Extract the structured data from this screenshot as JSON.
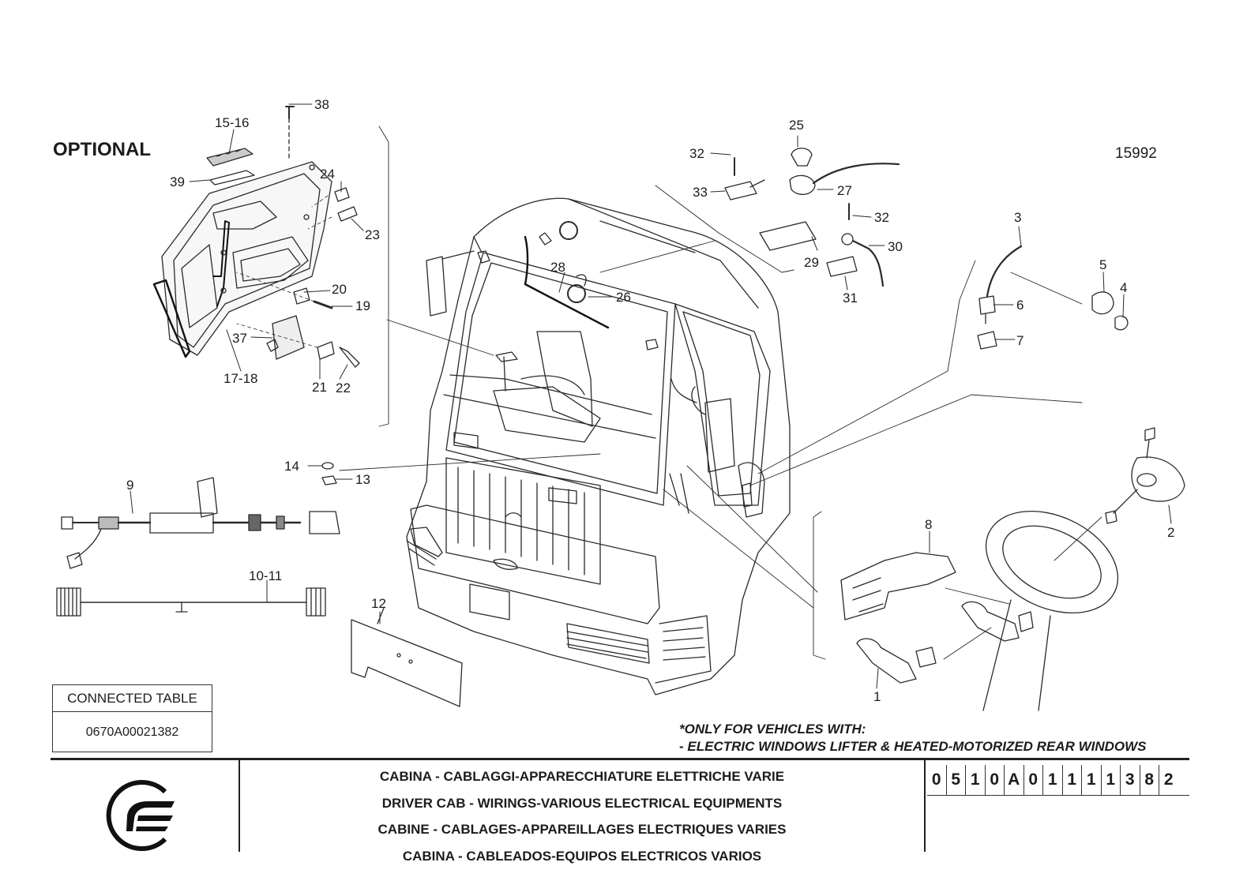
{
  "optional_label": "OPTIONAL",
  "figure_number": "15992",
  "callouts": {
    "c1": "1",
    "c2": "2",
    "c3": "3",
    "c4": "4",
    "c5": "5",
    "c6": "6",
    "c7": "7",
    "c8": "8",
    "c9": "9",
    "c10_11": "10-11",
    "c12": "12",
    "c13": "13",
    "c14": "14",
    "c15_16": "15-16",
    "c17_18": "17-18",
    "c19": "19",
    "c20": "20",
    "c21": "21",
    "c22": "22",
    "c23": "23",
    "c24": "24",
    "c25": "25",
    "c26": "26",
    "c27": "27",
    "c28": "28",
    "c29": "29",
    "c30": "30",
    "c31": "31",
    "c32a": "32",
    "c32b": "32",
    "c33": "33",
    "c37": "37",
    "c38": "38",
    "c39": "39"
  },
  "connected_table": {
    "header": "CONNECTED TABLE",
    "value": "0670A00021382"
  },
  "note": {
    "line1": "*ONLY FOR VEHICLES WITH:",
    "line2": "- ELECTRIC WINDOWS LIFTER & HEATED-MOTORIZED REAR WINDOWS"
  },
  "titles": {
    "it": "CABINA - CABLAGGI-APPARECCHIATURE ELETTRICHE VARIE",
    "en": "DRIVER CAB - WIRINGS-VARIOUS ELECTRICAL EQUIPMENTS",
    "fr": "CABINE - CABLAGES-APPAREILLAGES ELECTRIQUES VARIES",
    "es": "CABINA - CABLEADOS-EQUIPOS ELECTRICOS VARIOS"
  },
  "code_digits": [
    "0",
    "5",
    "1",
    "0",
    "A",
    "0",
    "1",
    "1",
    "1",
    "1",
    "3",
    "8",
    "2"
  ],
  "logo_icon": "brand-logo-icon",
  "colors": {
    "line": "#1c1c1c",
    "hatch": "#6a6a6a",
    "fill": "#f4f4f4"
  }
}
